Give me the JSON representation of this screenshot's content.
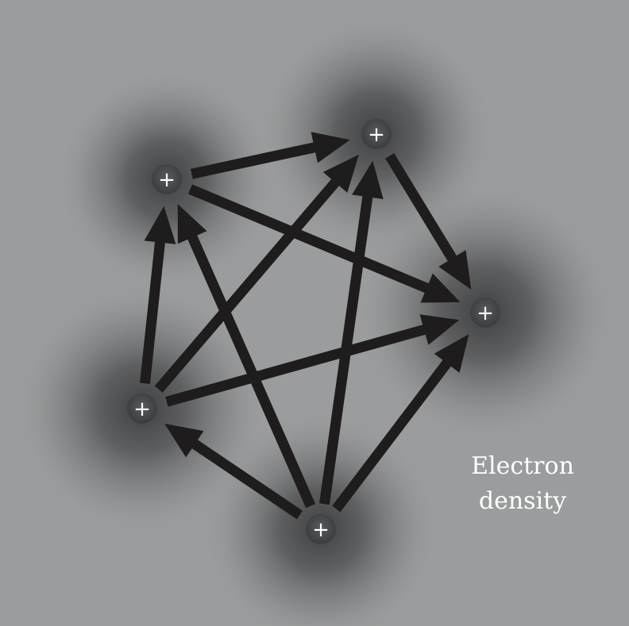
{
  "label": {
    "line1": "Electron",
    "line2": "density"
  },
  "nucleus_symbol": "+",
  "colors": {
    "background": "#9a9c9d",
    "cloud": "#3a3b3c",
    "nucleus": "#444546",
    "arrow": "#1e1c1d",
    "text": "#ffffff"
  },
  "nuclei": [
    {
      "id": "top-left"
    },
    {
      "id": "top"
    },
    {
      "id": "right"
    },
    {
      "id": "left"
    },
    {
      "id": "bottom"
    }
  ],
  "arrows": [
    {
      "from": "top-left",
      "to": "top"
    },
    {
      "from": "top-left",
      "to": "right"
    },
    {
      "from": "top",
      "to": "right"
    },
    {
      "from": "left",
      "to": "top-left"
    },
    {
      "from": "left",
      "to": "top"
    },
    {
      "from": "left",
      "to": "right"
    },
    {
      "from": "bottom",
      "to": "left"
    },
    {
      "from": "bottom",
      "to": "top-left"
    },
    {
      "from": "bottom",
      "to": "top"
    },
    {
      "from": "bottom",
      "to": "right"
    }
  ]
}
